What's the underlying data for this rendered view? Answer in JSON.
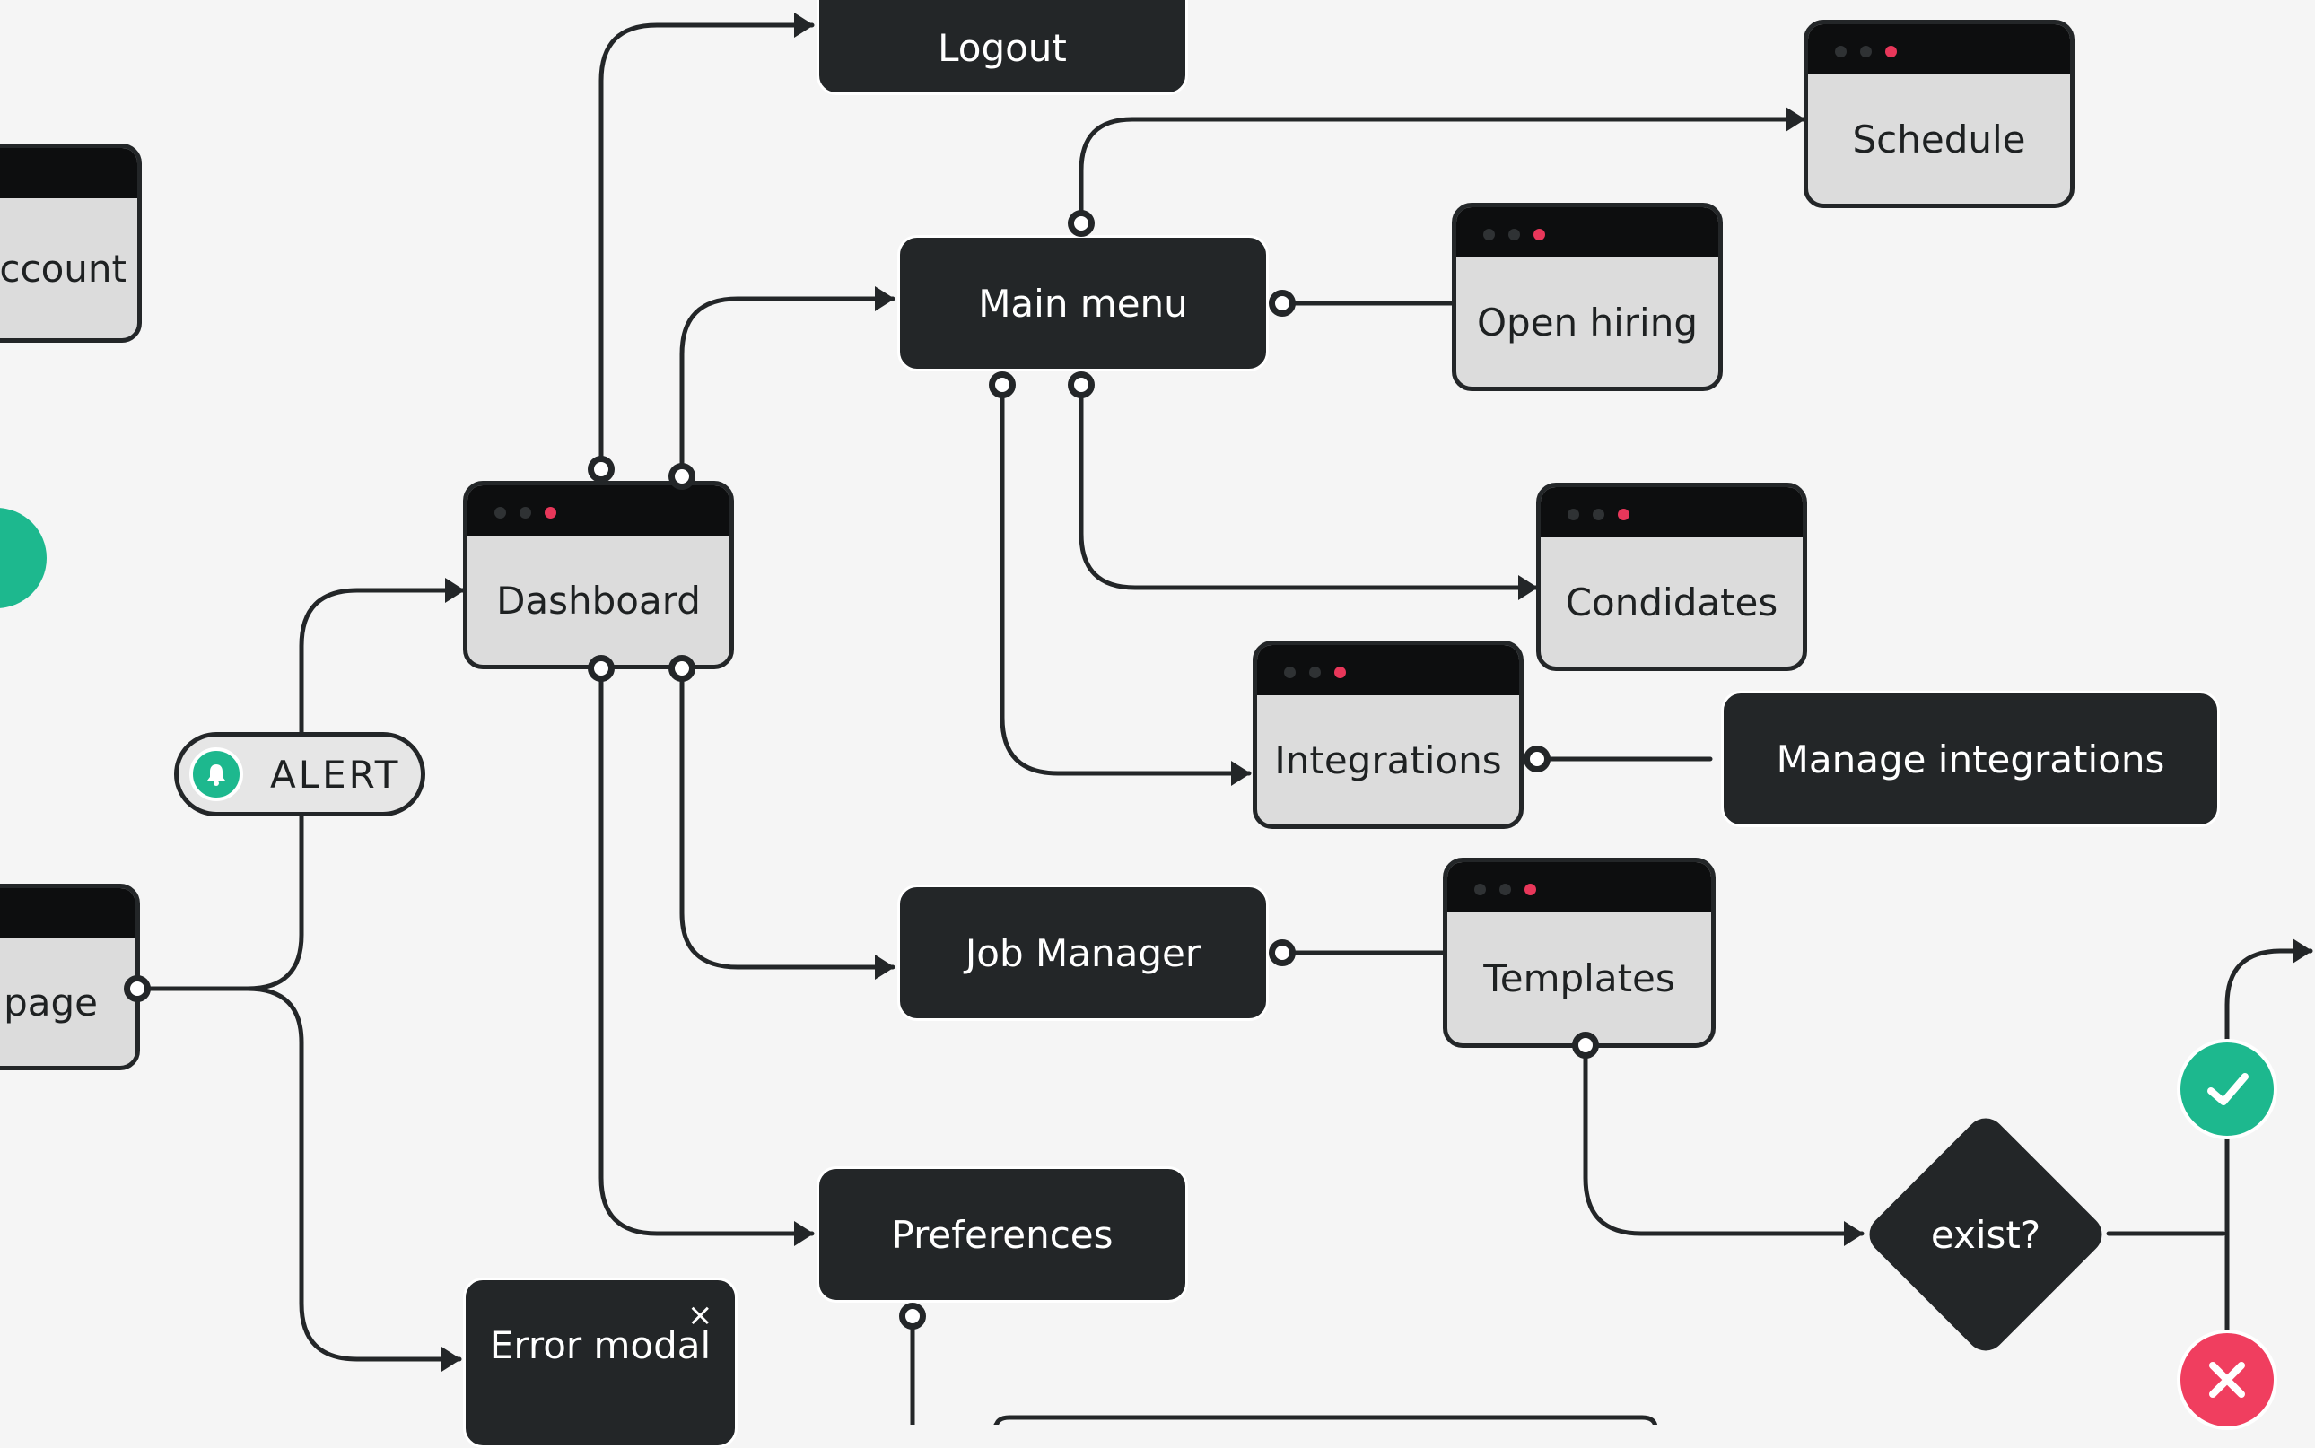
{
  "diagram": {
    "nodes": {
      "logout": "Logout",
      "schedule": "Schedule",
      "account": "account",
      "main_menu": "Main menu",
      "open_hiring": "Open hiring",
      "dashboard": "Dashboard",
      "candidates": "Condidates",
      "integrations": "Integrations",
      "manage_integrations": "Manage integrations",
      "alert": "ALERT",
      "page": "page",
      "job_manager": "Job Manager",
      "templates": "Templates",
      "exist": "exist?",
      "preferences": "Preferences",
      "error_modal": "Error modal",
      "error_close": "×"
    },
    "colors": {
      "background": "#f5f5f5",
      "node_dark": "#232628",
      "node_light": "#dcdcdc",
      "accent_green": "#1db88e",
      "accent_red": "#f03e5f",
      "window_dot_red": "#e8375a"
    },
    "icons": [
      "bell-icon",
      "check-icon",
      "cross-icon",
      "close-icon"
    ]
  }
}
